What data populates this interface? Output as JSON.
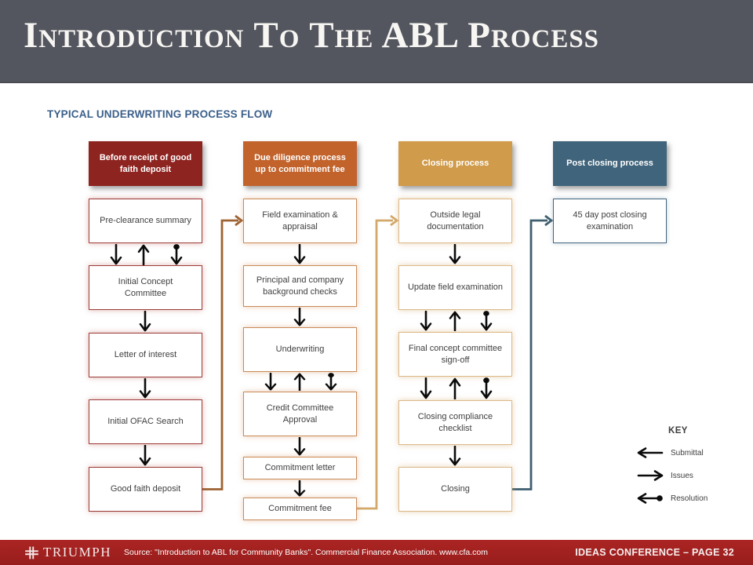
{
  "colors": {
    "header_bg": "#54565F",
    "section_heading": "#3B608A",
    "column_accents": [
      "#8E2420",
      "#C2632C",
      "#D09B4B",
      "#40647B"
    ],
    "connector_colors": [
      "#9E6333",
      "#D3A96A",
      "#3F5F70"
    ],
    "arrow_color": "#0A0A0A",
    "footer_bg": "#A22220"
  },
  "slide": {
    "title": "Introduction To The ABL Process",
    "section_heading": "TYPICAL UNDERWRITING PROCESS FLOW"
  },
  "flow": {
    "columns": [
      {
        "header": "Before receipt of good faith deposit",
        "accent": "#8E2420",
        "boxes": [
          "Pre-clearance summary",
          "Initial Concept Committee",
          "Letter  of interest",
          "Initial OFAC Search",
          "Good faith deposit"
        ]
      },
      {
        "header": "Due diligence  process up to commitment fee",
        "accent": "#C2632C",
        "boxes": [
          "Field examination & appraisal",
          "Principal and company background checks",
          "Underwriting",
          "Credit Committee Approval",
          "Commitment  letter",
          "Commitment  fee"
        ]
      },
      {
        "header": "Closing  process",
        "accent": "#D09B4B",
        "boxes": [
          "Outside legal documentation",
          "Update field examination",
          "Final concept committee  sign-off",
          "Closing compliance checklist",
          "Closing"
        ]
      },
      {
        "header": "Post closing  process",
        "accent": "#40647B",
        "boxes": [
          "45 day post closing examination"
        ]
      }
    ]
  },
  "key": {
    "title": "KEY",
    "items": [
      {
        "icon": "arrow-left-icon",
        "label": "Submittal"
      },
      {
        "icon": "arrow-right-icon",
        "label": "Issues"
      },
      {
        "icon": "arrow-left-dot-icon",
        "label": "Resolution"
      }
    ]
  },
  "footer": {
    "logo_text": "TRIUMPH",
    "source": "Source: \"Introduction to ABL for Community Banks\".  Commercial Finance Association.  www.cfa.com",
    "page_label": "IDEAS CONFERENCE – PAGE 32"
  }
}
